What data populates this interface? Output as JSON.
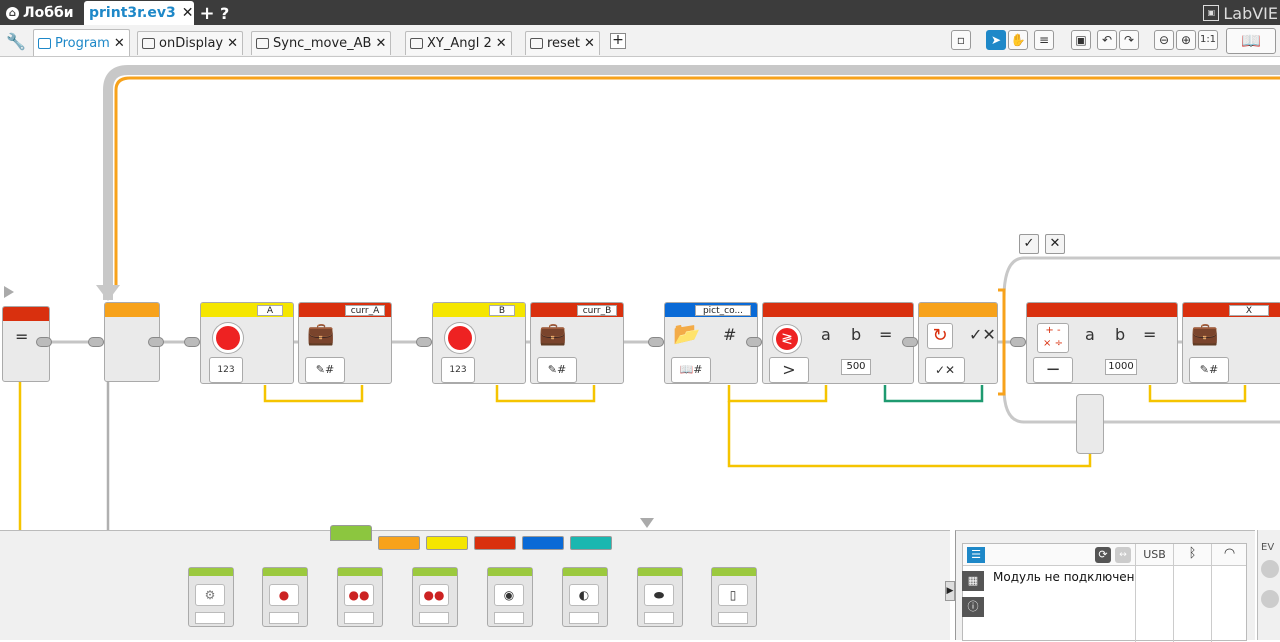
{
  "topbar": {
    "lobby_label": "Лобби",
    "project_tab": "print3r.ev3",
    "close_glyph": "✕",
    "add_glyph": "+",
    "help_glyph": "?",
    "brand": "LabVIE"
  },
  "program_tabs": [
    {
      "label": "Program",
      "active": true
    },
    {
      "label": "onDisplay",
      "active": false
    },
    {
      "label": "Sync_move_AB",
      "active": false
    },
    {
      "label": "XY_Angl 2",
      "active": false
    },
    {
      "label": "reset",
      "active": false
    }
  ],
  "toolbar": {
    "zoom_reset": "1:1"
  },
  "blocks": {
    "compare_eq_symbol": "=",
    "motor_a_port": "A",
    "var_curr_a": "curr_A",
    "motor_b_port": "B",
    "var_curr_b": "curr_B",
    "file_pict": "pict_co...",
    "hash_symbol": "#",
    "compare_a": "a",
    "compare_b": "b",
    "compare_eq": "=",
    "compare_gt": ">",
    "compare_value": "500",
    "math_a": "a",
    "math_b": "b",
    "math_eq": "=",
    "math_minus": "−",
    "math_value": "1000",
    "var_x": "X"
  },
  "case": {
    "check_glyph": "✓",
    "cross_glyph": "✕"
  },
  "palette": {
    "categories": [
      {
        "color": "#8cc63f"
      },
      {
        "color": "#f7a21b"
      },
      {
        "color": "#f5e600"
      },
      {
        "color": "#d9300e"
      },
      {
        "color": "#0a6ad6"
      },
      {
        "color": "#1ab7b0"
      }
    ]
  },
  "hardware": {
    "status_message": "Модуль не подключен",
    "usb_label": "USB",
    "ev_label": "EV"
  },
  "colors": {
    "accent_blue": "#1e88c8",
    "loop_orange": "#f7a21b",
    "action_green": "#8cc63f",
    "flow_yellow": "#f5e600",
    "data_red": "#d9300e"
  }
}
